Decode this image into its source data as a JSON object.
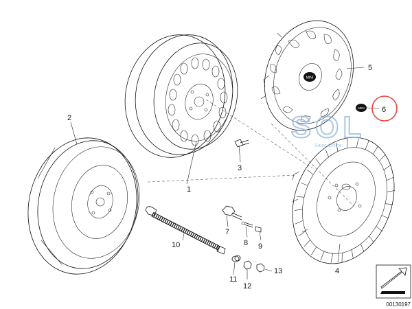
{
  "callouts": [
    {
      "id": "1",
      "label": "1"
    },
    {
      "id": "2",
      "label": "2"
    },
    {
      "id": "3",
      "label": "3"
    },
    {
      "id": "4",
      "label": "4"
    },
    {
      "id": "5",
      "label": "5"
    },
    {
      "id": "6",
      "label": "6"
    },
    {
      "id": "7",
      "label": "7"
    },
    {
      "id": "8",
      "label": "8"
    },
    {
      "id": "9",
      "label": "9"
    },
    {
      "id": "10",
      "label": "10"
    },
    {
      "id": "11",
      "label": "11"
    },
    {
      "id": "12",
      "label": "12"
    },
    {
      "id": "13",
      "label": "13"
    }
  ],
  "cap_logo_text": "MINI",
  "watermark": {
    "logo": "SOL",
    "subtitle": "Salec Online"
  },
  "diagram_code": "00130197",
  "colors": {
    "highlight_circle": "#e8463c",
    "watermark": "#8fb3d9",
    "line": "#111111"
  }
}
